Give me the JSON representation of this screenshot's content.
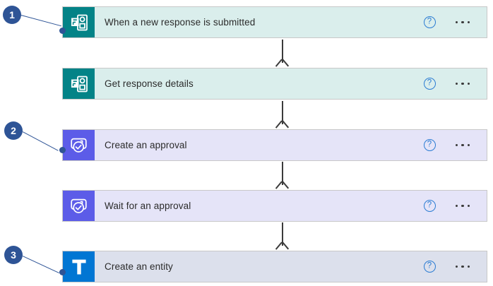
{
  "flow": {
    "steps": [
      {
        "label": "When a new response is submitted",
        "icon": "microsoft-forms-icon",
        "theme": "forms",
        "icon_bg": "#038387",
        "card_bg": "#daeeec",
        "help_label": "?",
        "more_label": "More commands"
      },
      {
        "label": "Get response details",
        "icon": "microsoft-forms-icon",
        "theme": "forms",
        "icon_bg": "#038387",
        "card_bg": "#daeeec",
        "help_label": "?",
        "more_label": "More commands"
      },
      {
        "label": "Create an approval",
        "icon": "approvals-icon",
        "theme": "approve",
        "icon_bg": "#5c5ce8",
        "card_bg": "#e5e4f8",
        "help_label": "?",
        "more_label": "More commands"
      },
      {
        "label": "Wait for an approval",
        "icon": "approvals-icon",
        "theme": "approve",
        "icon_bg": "#5c5ce8",
        "card_bg": "#e5e4f8",
        "help_label": "?",
        "more_label": "More commands"
      },
      {
        "label": "Create an entity",
        "icon": "dataverse-table-icon",
        "theme": "entity",
        "icon_bg": "#0176d3",
        "card_bg": "#dce0ec",
        "help_label": "?",
        "more_label": "More commands"
      }
    ],
    "connectors": [
      {
        "name": "arrow-down-icon"
      },
      {
        "name": "arrow-down-icon"
      },
      {
        "name": "arrow-down-icon"
      },
      {
        "name": "arrow-down-icon"
      }
    ]
  },
  "callouts": [
    {
      "number": "1",
      "target_step": "When a new response is submitted"
    },
    {
      "number": "2",
      "target_step": "Create an approval"
    },
    {
      "number": "3",
      "target_step": "Create an entity"
    }
  ],
  "colors": {
    "callout": "#2e5496",
    "help_icon": "#2b7cd3",
    "arrow": "#3b3b3b",
    "card_border": "#c8c8c8",
    "text": "#2b2b2b",
    "page_background": "#ffffff"
  }
}
